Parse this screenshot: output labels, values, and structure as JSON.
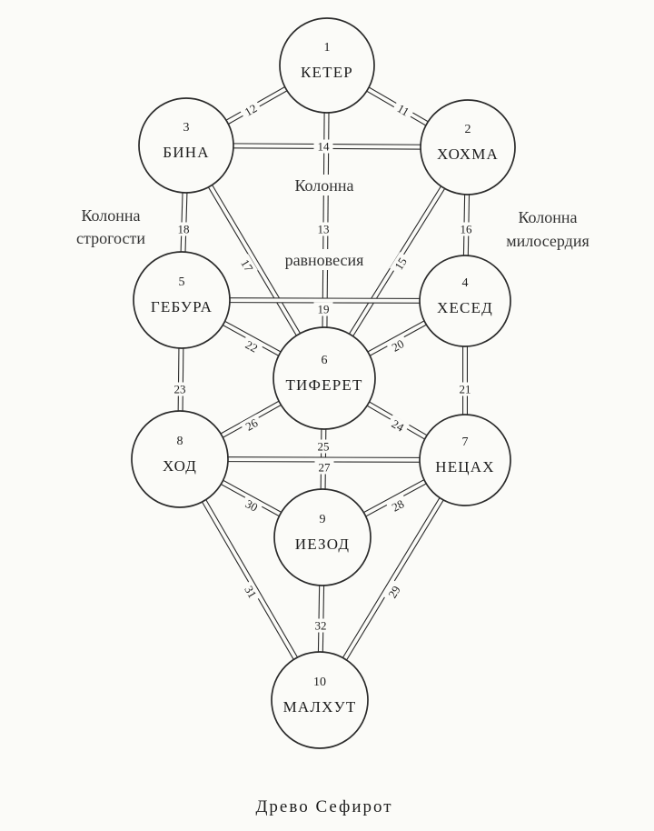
{
  "figure": {
    "caption": "Древо Сефирот"
  },
  "columns": {
    "left_line1": "Колонна",
    "left_line2": "строгости",
    "right_line1": "Колонна",
    "right_line2": "милосердия",
    "middle_line1": "Колонна",
    "middle_line2": "равновесия"
  },
  "sephirot": [
    {
      "num": "1",
      "name": "КЕТЕР"
    },
    {
      "num": "2",
      "name": "ХОХМА"
    },
    {
      "num": "3",
      "name": "БИНА"
    },
    {
      "num": "4",
      "name": "ХЕСЕД"
    },
    {
      "num": "5",
      "name": "ГЕБУРА"
    },
    {
      "num": "6",
      "name": "ТИФЕРЕТ"
    },
    {
      "num": "7",
      "name": "НЕЦАХ"
    },
    {
      "num": "8",
      "name": "ХОД"
    },
    {
      "num": "9",
      "name": "ИЕЗОД"
    },
    {
      "num": "10",
      "name": "МАЛХУТ"
    }
  ],
  "paths": [
    {
      "num": "11",
      "from": "1",
      "to": "2"
    },
    {
      "num": "12",
      "from": "1",
      "to": "3"
    },
    {
      "num": "13",
      "from": "1",
      "to": "6"
    },
    {
      "num": "14",
      "from": "3",
      "to": "2"
    },
    {
      "num": "15",
      "from": "2",
      "to": "6"
    },
    {
      "num": "16",
      "from": "2",
      "to": "4"
    },
    {
      "num": "17",
      "from": "3",
      "to": "6"
    },
    {
      "num": "18",
      "from": "3",
      "to": "5"
    },
    {
      "num": "19",
      "from": "5",
      "to": "4"
    },
    {
      "num": "20",
      "from": "4",
      "to": "6"
    },
    {
      "num": "21",
      "from": "4",
      "to": "7"
    },
    {
      "num": "22",
      "from": "5",
      "to": "6"
    },
    {
      "num": "23",
      "from": "5",
      "to": "8"
    },
    {
      "num": "24",
      "from": "6",
      "to": "7"
    },
    {
      "num": "25",
      "from": "6",
      "to": "9"
    },
    {
      "num": "26",
      "from": "6",
      "to": "8"
    },
    {
      "num": "27",
      "from": "8",
      "to": "7"
    },
    {
      "num": "28",
      "from": "7",
      "to": "9"
    },
    {
      "num": "29",
      "from": "7",
      "to": "10"
    },
    {
      "num": "30",
      "from": "8",
      "to": "9"
    },
    {
      "num": "31",
      "from": "8",
      "to": "10"
    },
    {
      "num": "32",
      "from": "9",
      "to": "10"
    }
  ],
  "colors": {
    "ink": "#2b2b2b",
    "background": "#fbfbf8"
  }
}
